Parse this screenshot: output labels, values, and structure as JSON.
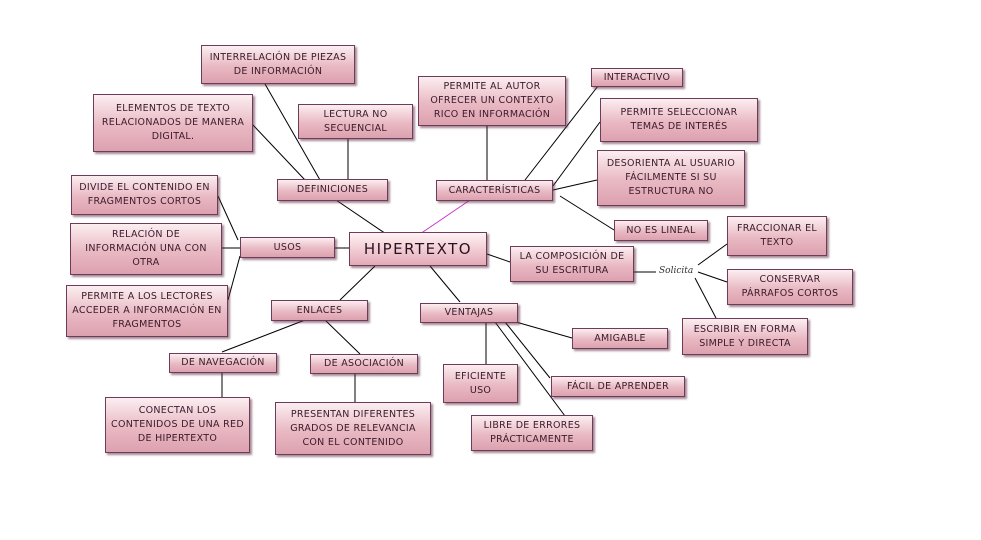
{
  "title": "HIPERTEXTO",
  "nodes": {
    "hipertexto": "HIPERTEXTO",
    "definiciones": "DEFINICIONES",
    "interrelacion": "INTERRELACIÓN DE PIEZAS DE INFORMACIÓN",
    "elementos": "ELEMENTOS DE TEXTO RELACIONADOS DE MANERA DIGITAL.",
    "lectura": "LECTURA NO SECUENCIAL",
    "caracteristicas": "CARACTERÍSTICAS",
    "permite_autor": "PERMITE AL AUTOR OFRECER UN CONTEXTO RICO EN INFORMACIÓN",
    "interactivo": "INTERACTIVO",
    "permite_seleccionar": "PERMITE SELECCIONAR TEMAS DE INTERÉS",
    "desorienta": "DESORIENTA AL USUARIO FÁCILMENTE SI SU ESTRUCTURA NO",
    "no_lineal": "NO ES LINEAL",
    "usos": "USOS",
    "divide": "DIVIDE EL CONTENIDO EN FRAGMENTOS CORTOS",
    "relacion": "RELACIÓN DE INFORMACIÓN UNA CON OTRA",
    "permite_lectores": "PERMITE A LOS LECTORES ACCEDER A INFORMACIÓN EN FRAGMENTOS",
    "composicion": "LA COMPOSICIÓN DE SU ESCRITURA",
    "solicita": "Solicita",
    "fraccionar": "FRACCIONAR EL TEXTO",
    "conservar": "CONSERVAR PÁRRAFOS CORTOS",
    "escribir": "ESCRIBIR EN FORMA SIMPLE Y DIRECTA",
    "enlaces": "ENLACES",
    "navegacion": "DE NAVEGACIÓN",
    "asociacion": "DE ASOCIACIÓN",
    "conectan": "CONECTAN LOS CONTENIDOS DE UNA RED DE HIPERTEXTO",
    "presentan": "PRESENTAN DIFERENTES GRADOS DE RELEVANCIA CON EL CONTENIDO",
    "ventajas": "VENTAJAS",
    "amigable": "AMIGABLE",
    "eficiente": "EFICIENTE USO",
    "facil": "FÁCIL DE APRENDER",
    "libre": "LIBRE DE ERRORES PRÁCTICAMENTE"
  },
  "colors": {
    "node_border": "#6e3b5a",
    "node_fill_top": "#fbeef1",
    "node_fill_bottom": "#dca1ae",
    "line": "#000000",
    "accent_line": "#cc33cc"
  }
}
